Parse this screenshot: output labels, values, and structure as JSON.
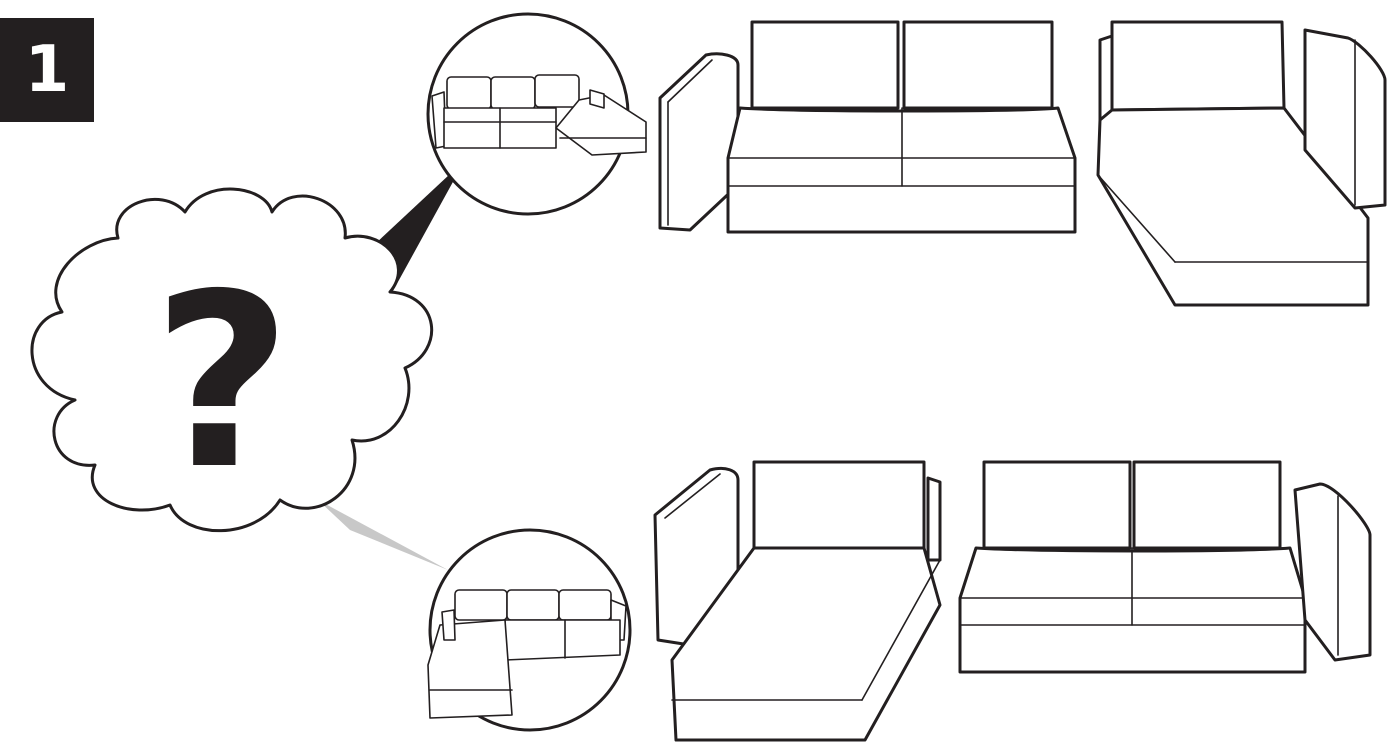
{
  "step": {
    "number": "1"
  },
  "thought_bubble": {
    "symbol": "?",
    "icon": "question-mark-icon"
  },
  "options": [
    {
      "id": "right-chaise",
      "icon": "corner-sofa-right-chaise-icon",
      "highlight": "#231f20"
    },
    {
      "id": "left-chaise",
      "icon": "corner-sofa-left-chaise-icon",
      "highlight": "#c8c8c8"
    }
  ],
  "colors": {
    "ink": "#231f20",
    "pointer_dark": "#231f20",
    "pointer_light": "#c8c8c8",
    "background": "#ffffff"
  }
}
